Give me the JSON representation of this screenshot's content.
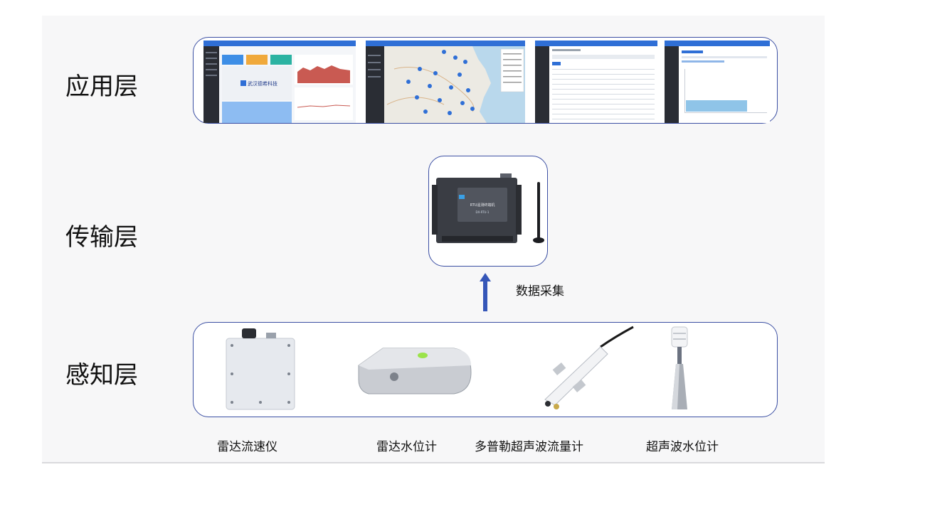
{
  "layers": {
    "application": "应用层",
    "transmission": "传输层",
    "perception": "感知层"
  },
  "arrow_label": "数据采集",
  "app_screens": {
    "brand": "武汉德希科技"
  },
  "rtu": {
    "title": "RTU遥测终端机",
    "model": "DX-RTU-1"
  },
  "devices": [
    {
      "name": "雷达流速仪",
      "icon": "radar-velocimeter-icon"
    },
    {
      "name": "雷达水位计",
      "icon": "radar-level-gauge-icon"
    },
    {
      "name": "多普勒超声波流量计",
      "icon": "doppler-flowmeter-icon"
    },
    {
      "name": "超声波水位计",
      "icon": "ultrasonic-level-gauge-icon"
    }
  ],
  "colors": {
    "frame": "#3b4fa3",
    "arrow": "#3556b8",
    "panel": "#f7f7f8"
  }
}
